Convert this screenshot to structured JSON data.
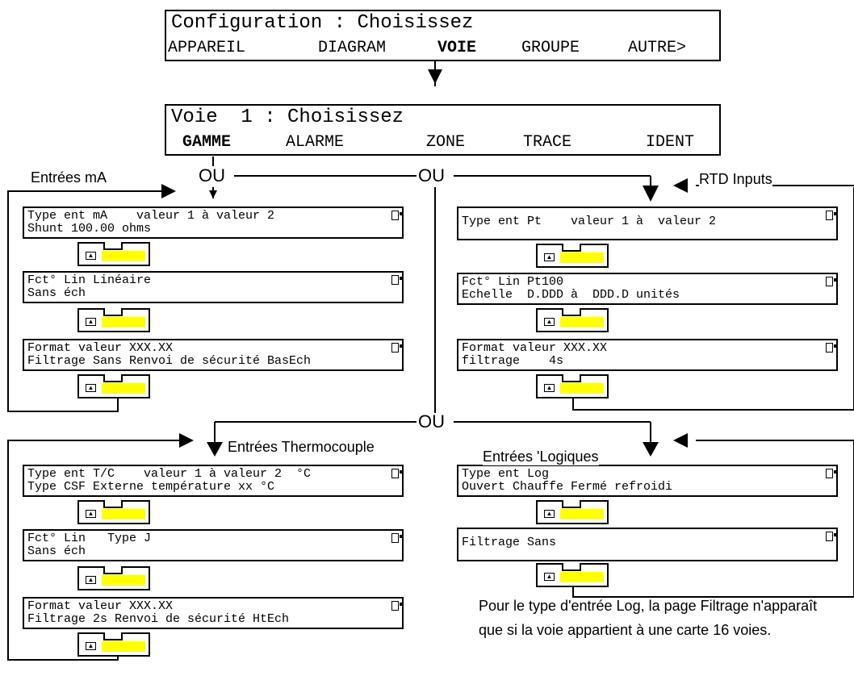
{
  "config_menu": {
    "title": "Configuration : Choisissez",
    "items": [
      {
        "label": "APPAREIL",
        "selected": false
      },
      {
        "label": "DIAGRAM",
        "selected": false
      },
      {
        "label": "VOIE",
        "selected": true
      },
      {
        "label": "GROUPE",
        "selected": false
      },
      {
        "label": "AUTRE>",
        "selected": false
      }
    ]
  },
  "voie_menu": {
    "title": "Voie  1 : Choisissez",
    "items": [
      {
        "label": "GAMME",
        "selected": true
      },
      {
        "label": "ALARME",
        "selected": false
      },
      {
        "label": "ZONE",
        "selected": false
      },
      {
        "label": "TRACE",
        "selected": false
      },
      {
        "label": "IDENT",
        "selected": false
      }
    ]
  },
  "ou_label": "OU",
  "labels": {
    "ma": "Entrées mA",
    "rtd": "RTD Inputs",
    "tc": "Entrées Thermocouple",
    "log": "Entrées 'Logiques"
  },
  "groups": {
    "ma": [
      {
        "line1": "Type ent mA    valeur 1 à valeur 2",
        "line2": "Shunt 100.00 ohms"
      },
      {
        "line1": "Fct° Lin Linéaire",
        "line2": "Sans éch"
      },
      {
        "line1": "Format valeur XXX.XX",
        "line2": "Filtrage Sans Renvoi de sécurité BasEch"
      }
    ],
    "rtd": [
      {
        "line1": "Type ent Pt    valeur 1 à  valeur 2",
        "line2": ""
      },
      {
        "line1": "Fct° Lin Pt100",
        "line2": "Echelle  D.DDD à  DDD.D unités"
      },
      {
        "line1": "Format valeur XXX.XX",
        "line2": "filtrage    4s"
      }
    ],
    "tc": [
      {
        "line1": "Type ent T/C    valeur 1 à valeur 2  °C",
        "line2": "Type CSF Externe température xx °C"
      },
      {
        "line1": "Fct° Lin   Type J",
        "line2": "Sans éch"
      },
      {
        "line1": "Format valeur XXX.XX",
        "line2": "Filtrage 2s Renvoi de sécurité HtEch"
      }
    ],
    "log": [
      {
        "line1": "Type ent Log",
        "line2": "Ouvert Chauffe Fermé refroidi"
      },
      {
        "line1": "Filtrage Sans",
        "line2": ""
      }
    ]
  },
  "note": "Pour le type d'entrée Log, la page Filtrage n'apparaît que si la voie appartient à une carte 16 voies.",
  "colors": {
    "line": "#000000",
    "softkey_fill": "#ffff00",
    "background": "#ffffff"
  }
}
